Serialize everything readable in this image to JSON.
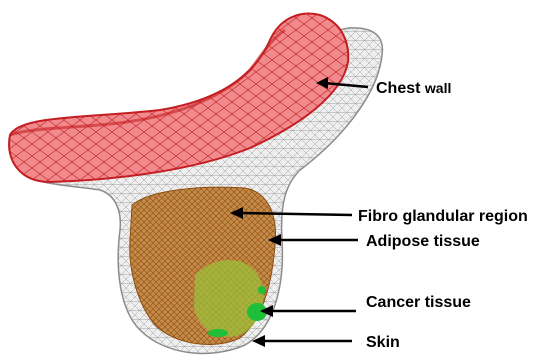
{
  "labels": {
    "chest_wall_main": "Chest ",
    "chest_wall_suffix": "wall",
    "fibro": "Fibro glandular region",
    "adipose": "Adipose tissue",
    "cancer": "Cancer tissue",
    "skin": "Skin"
  },
  "colors": {
    "chest_wall": "#e8383c",
    "chest_wall_fill": "#f08a8c",
    "mesh": "#8c8c8c",
    "fibroglandular": "#b8742a",
    "cancer": "#1fbf3a",
    "arrow": "#000000"
  }
}
